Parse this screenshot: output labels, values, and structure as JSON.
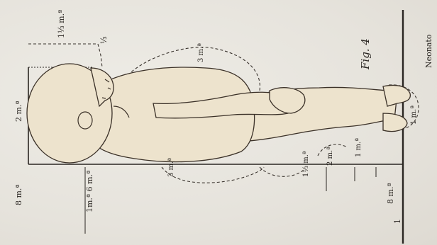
{
  "figure": {
    "title": "Fig. 4",
    "caption": "Neonato"
  },
  "labels": {
    "head_width": "2 m.ª",
    "head_top": "1⅓ m.ª",
    "head_fraction": "⅓",
    "chest": "3 m.ª",
    "lower_trunk": "3 m.ª",
    "hip": "1⅓ m.ª",
    "thigh": "2 m.ª",
    "knee": "1 m.ª",
    "foot": "1 m.ª",
    "left_top": "8 m.ª",
    "left_mid": "1m.ª 6 m.ª",
    "left_bottom": "8 m.ª",
    "left_bottom2": "1"
  },
  "colors": {
    "paper": "#e9e7e1",
    "skin": "#ede3cd",
    "ink": "#2a2622"
  }
}
